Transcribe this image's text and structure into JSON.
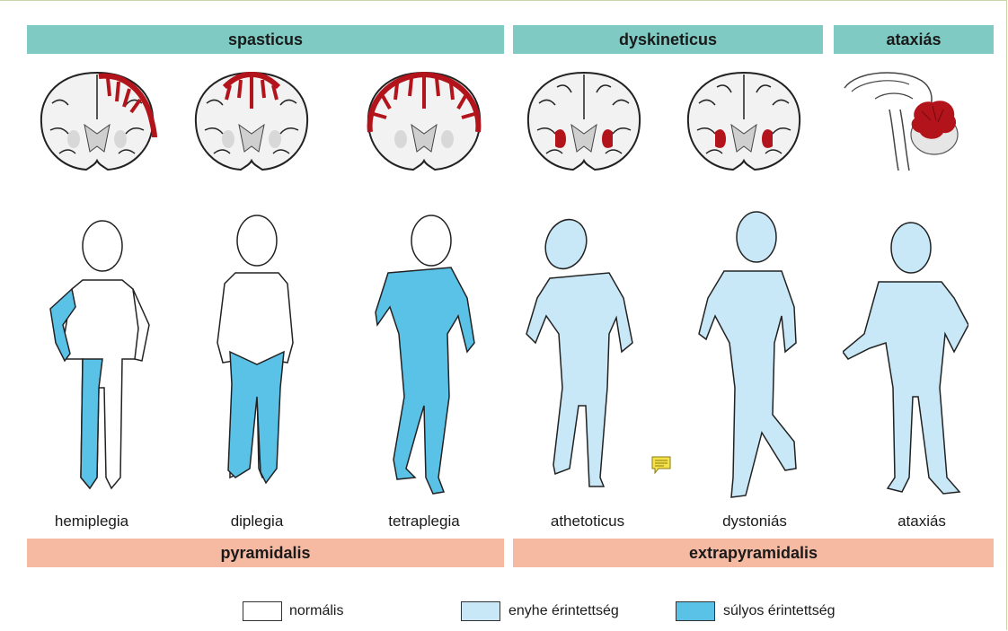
{
  "header": {
    "spasticus": "spasticus",
    "dyskineticus": "dyskineticus",
    "ataxias": "ataxiás"
  },
  "footer": {
    "pyramidalis": "pyramidalis",
    "extrapyramidalis": "extrapyramidalis"
  },
  "types": [
    {
      "label": "hemiplegia"
    },
    {
      "label": "diplegia"
    },
    {
      "label": "tetraplegia"
    },
    {
      "label": "athetoticus"
    },
    {
      "label": "dystoniás"
    },
    {
      "label": "ataxiás"
    }
  ],
  "legend": {
    "normal": "normális",
    "mild": "enyhe érintettség",
    "severe": "súlyos érintettség"
  },
  "colors": {
    "normal": "#ffffff",
    "mild": "#c8e8f8",
    "severe": "#5bc2e7",
    "lesion": "#b3141c",
    "band_top": "#7fcbc4",
    "band_bottom": "#f6baa3"
  }
}
